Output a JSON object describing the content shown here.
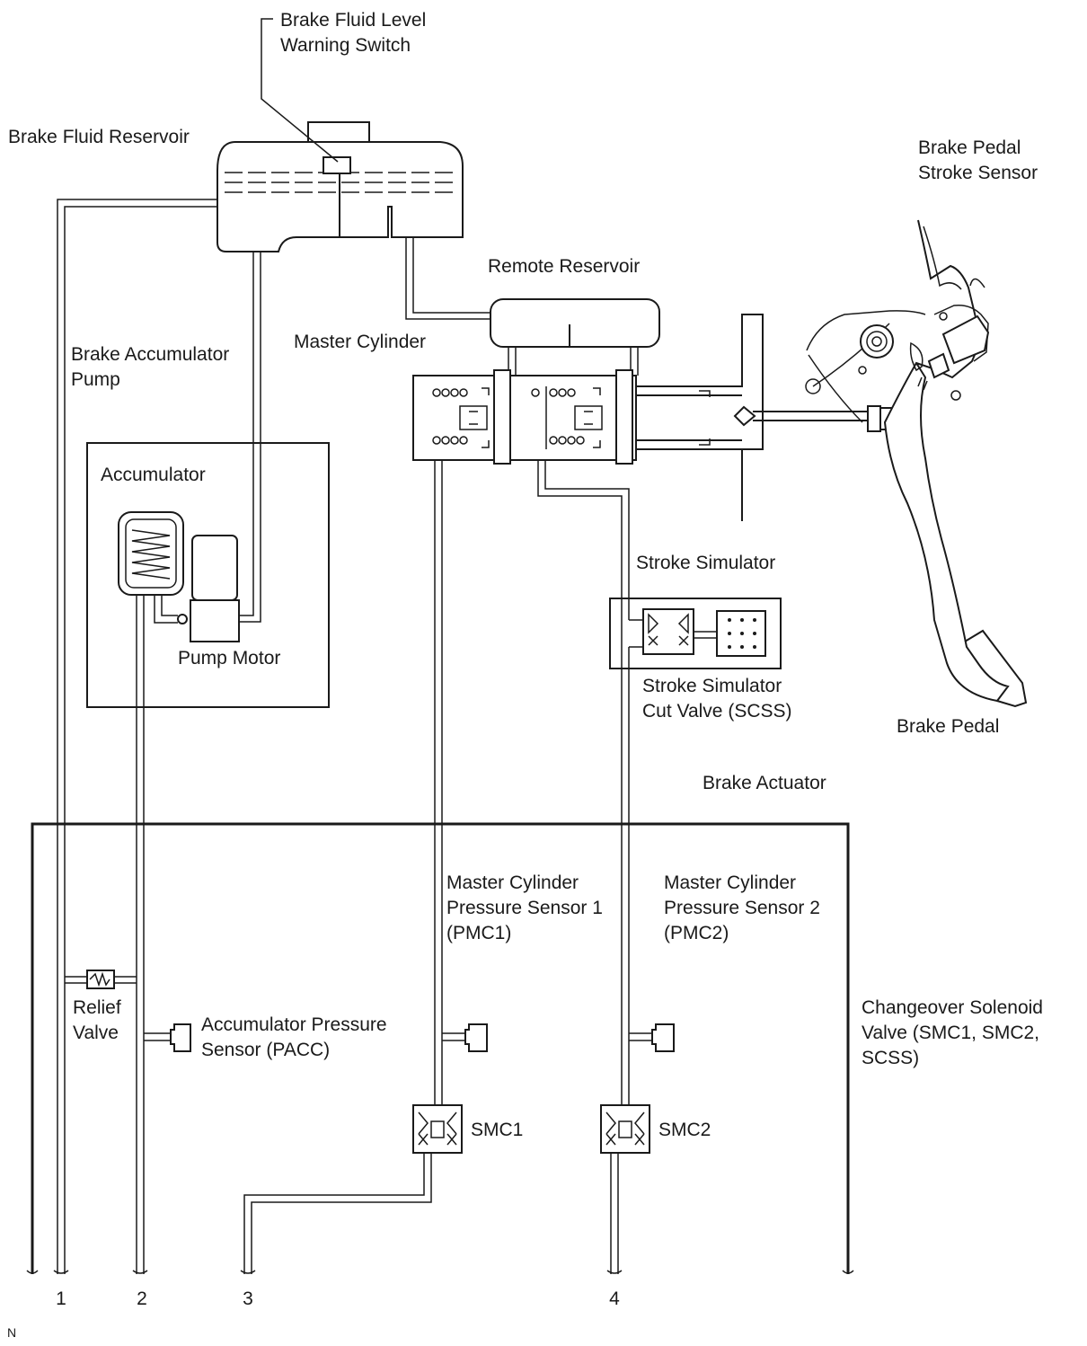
{
  "labels": {
    "warning_switch": [
      "Brake Fluid Level",
      "Warning Switch"
    ],
    "reservoir": [
      "Brake Fluid Reservoir"
    ],
    "pedal_stroke_sensor": [
      "Brake Pedal",
      "Stroke Sensor"
    ],
    "remote_reservoir": [
      "Remote Reservoir"
    ],
    "master_cylinder": [
      "Master Cylinder"
    ],
    "accumulator_pump": [
      "Brake Accumulator",
      "Pump"
    ],
    "accumulator": [
      "Accumulator"
    ],
    "pump_motor": [
      "Pump Motor"
    ],
    "stroke_simulator": [
      "Stroke Simulator"
    ],
    "scss": [
      "Stroke Simulator",
      "Cut Valve (SCSS)"
    ],
    "brake_pedal": [
      "Brake Pedal"
    ],
    "brake_actuator": [
      "Brake Actuator"
    ],
    "pmc1": [
      "Master Cylinder",
      "Pressure Sensor 1",
      "(PMC1)"
    ],
    "pmc2": [
      "Master Cylinder",
      "Pressure Sensor 2",
      "(PMC2)"
    ],
    "changeover": [
      "Changeover Solenoid",
      "Valve (SMC1, SMC2,",
      "SCSS)"
    ],
    "relief_valve": [
      "Relief",
      "Valve"
    ],
    "pacc": [
      "Accumulator Pressure",
      "Sensor (PACC)"
    ],
    "smc1": [
      "SMC1"
    ],
    "smc2": [
      "SMC2"
    ]
  },
  "ports": [
    "1",
    "2",
    "3",
    "4"
  ],
  "corner_mark": "N"
}
